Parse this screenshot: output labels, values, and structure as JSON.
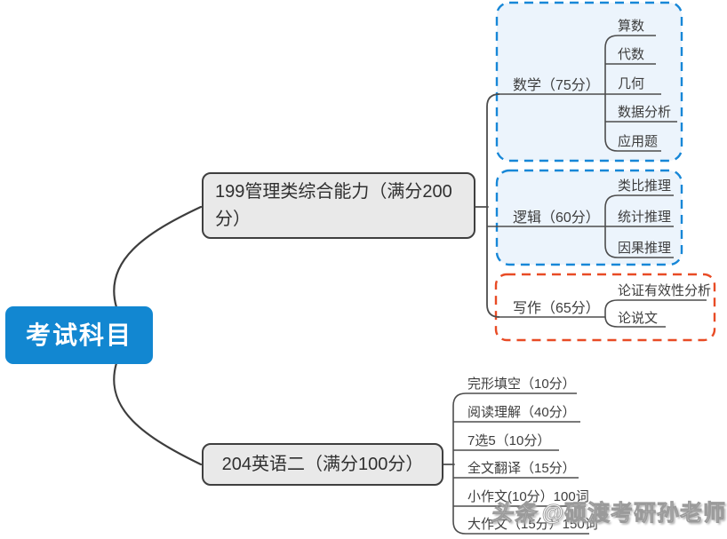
{
  "root": {
    "label": "考试科目"
  },
  "branches": [
    {
      "label": "199管理类综合能力（满分200分）"
    },
    {
      "label": "204英语二（满分100分）"
    }
  ],
  "groups": [
    {
      "label": "数学（75分）",
      "children": [
        "算数",
        "代数",
        "几何",
        "数据分析",
        "应用题"
      ],
      "border_color": "#1787d7",
      "fill": "#ecf4fc"
    },
    {
      "label": "逻辑（60分）",
      "children": [
        "类比推理",
        "统计推理",
        "因果推理"
      ],
      "border_color": "#1787d7",
      "fill": "#ecf4fc"
    },
    {
      "label": "写作（65分）",
      "children": [
        "论证有效性分析",
        "论说文"
      ],
      "border_color": "#e84b25",
      "fill": "#ffffff"
    }
  ],
  "english": {
    "children": [
      "完形填空（10分）",
      "阅读理解（40分）",
      "7选5（10分）",
      "全文翻译（15分）",
      "小作文(10分）100词",
      "大作文（15分）150词"
    ]
  },
  "watermark": {
    "brand": "头条",
    "handle": "@硕渡考研孙老师"
  },
  "colors": {
    "root_fill": "#1287d1",
    "node_fill": "#e9e9e9",
    "node_border": "#3f3f3f",
    "group_blue": "#1787d7",
    "group_red": "#e84b25",
    "line": "#4d4d4d"
  }
}
